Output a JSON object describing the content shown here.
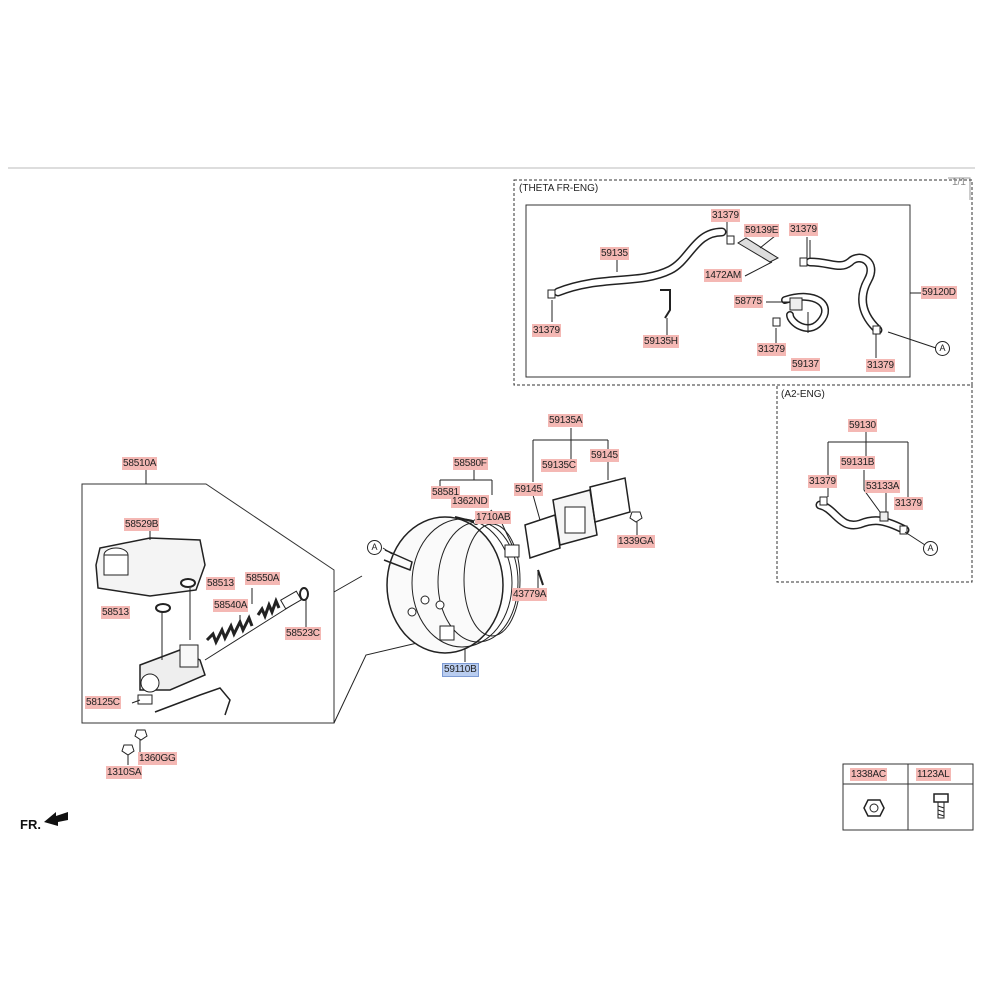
{
  "page": {
    "pager": "1/1",
    "front_marker": "FR."
  },
  "groups": {
    "theta": "(THETA FR-ENG)",
    "a2": "(A2-ENG)"
  },
  "connector": "A",
  "legend": {
    "nut": "1338AC",
    "bolt": "1123AL"
  },
  "labels": {
    "p31379_a": "31379",
    "p59139e": "59139E",
    "p31379_b": "31379",
    "p59135": "59135",
    "p1472am": "1472AM",
    "p59120d": "59120D",
    "p58775": "58775",
    "p31379_c": "31379",
    "p59135h": "59135H",
    "p31379_d": "31379",
    "p59137": "59137",
    "p31379_e": "31379",
    "p59130": "59130",
    "p59131b": "59131B",
    "p31379_f": "31379",
    "p53133a": "53133A",
    "p31379_g": "31379",
    "p59135a": "59135A",
    "p58580f": "58580F",
    "p59135c": "59135C",
    "p59145_a": "59145",
    "p58581": "58581",
    "p1362nd": "1362ND",
    "p59145_b": "59145",
    "p1710ab": "1710AB",
    "p1339ga": "1339GA",
    "p43779a": "43779A",
    "p59110b": "59110B",
    "p58510a": "58510A",
    "p58529b": "58529B",
    "p58513_a": "58513",
    "p58550a": "58550A",
    "p58513_b": "58513",
    "p58540a": "58540A",
    "p58523c": "58523C",
    "p58125c": "58125C",
    "p1360gg": "1360GG",
    "p1310sa": "1310SA"
  }
}
